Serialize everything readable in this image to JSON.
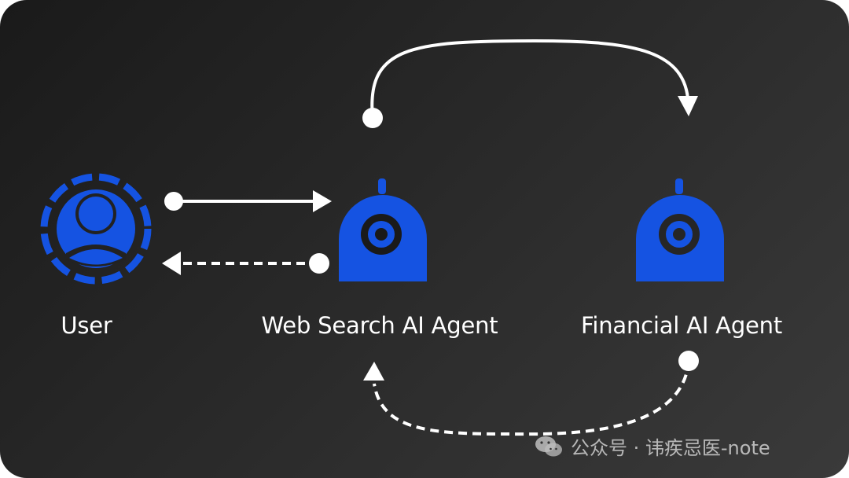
{
  "nodes": {
    "user": {
      "label": "User"
    },
    "web_search_agent": {
      "label": "Web Search AI Agent"
    },
    "financial_agent": {
      "label": "Financial AI Agent"
    }
  },
  "edges": [
    {
      "from": "user",
      "to": "web_search_agent",
      "style": "solid"
    },
    {
      "from": "web_search_agent",
      "to": "user",
      "style": "dashed"
    },
    {
      "from": "web_search_agent",
      "to": "financial_agent",
      "style": "solid"
    },
    {
      "from": "financial_agent",
      "to": "web_search_agent",
      "style": "dashed"
    }
  ],
  "watermark": {
    "text": "公众号 · 讳疾忌医-note"
  },
  "colors": {
    "accent": "#1553E2",
    "arrows": "#FFFFFF",
    "label_text": "#FFFFFF",
    "background_dark": "#1A1A1A"
  }
}
